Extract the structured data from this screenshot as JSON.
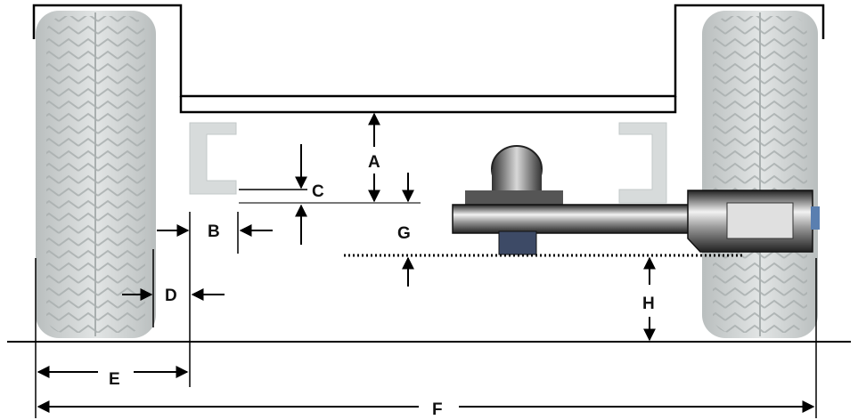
{
  "labels": {
    "a": "A",
    "b": "B",
    "c": "C",
    "d": "D",
    "e": "E",
    "f": "F",
    "g": "G",
    "h": "H"
  },
  "colors": {
    "tire": "#cfd3d3",
    "tire_tread": "#a9afaf",
    "bracket": "#d7dbdb",
    "axle_dark": "#2b2b2b",
    "axle_light": "#e6e6e6",
    "line": "#000000"
  }
}
